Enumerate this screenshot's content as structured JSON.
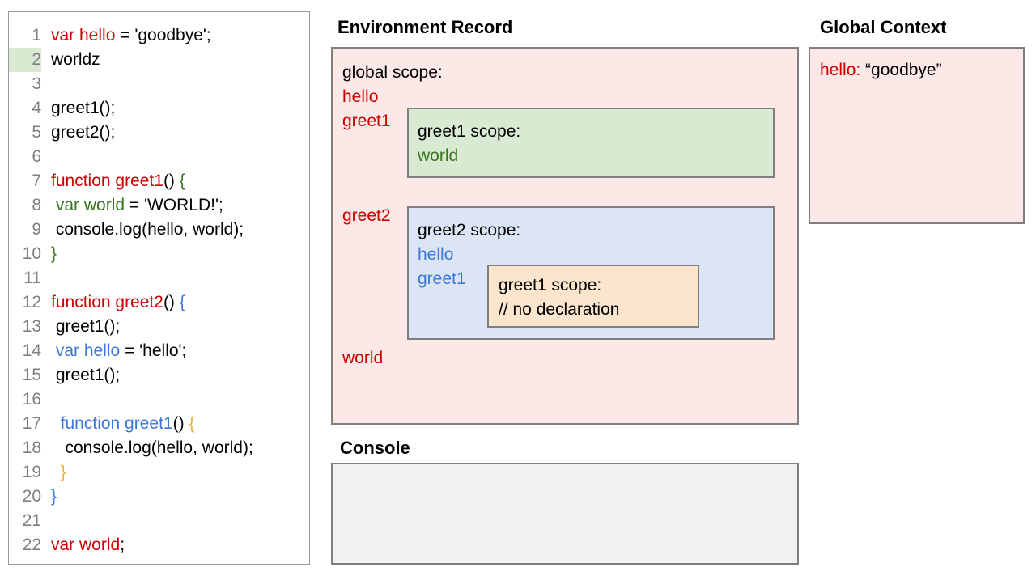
{
  "editor": {
    "highlighted_line": 2,
    "lines": [
      {
        "num": "1",
        "tokens": [
          {
            "t": "var hello",
            "c": "red"
          },
          {
            "t": " = 'goodbye';",
            "c": "black"
          }
        ]
      },
      {
        "num": "2",
        "tokens": [
          {
            "t": "worldz",
            "c": "black"
          }
        ]
      },
      {
        "num": "3",
        "tokens": [
          {
            "t": "",
            "c": "black"
          }
        ]
      },
      {
        "num": "4",
        "tokens": [
          {
            "t": "greet1();",
            "c": "black"
          }
        ]
      },
      {
        "num": "5",
        "tokens": [
          {
            "t": "greet2();",
            "c": "black"
          }
        ]
      },
      {
        "num": "6",
        "tokens": [
          {
            "t": "",
            "c": "black"
          }
        ]
      },
      {
        "num": "7",
        "tokens": [
          {
            "t": "function greet1",
            "c": "red"
          },
          {
            "t": "() ",
            "c": "black"
          },
          {
            "t": "{",
            "c": "green"
          }
        ]
      },
      {
        "num": "8",
        "tokens": [
          {
            "t": " ",
            "c": "black"
          },
          {
            "t": "var world",
            "c": "green"
          },
          {
            "t": " = 'WORLD!';",
            "c": "black"
          }
        ]
      },
      {
        "num": "9",
        "tokens": [
          {
            "t": " console.log(hello, world);",
            "c": "black"
          }
        ]
      },
      {
        "num": "10",
        "tokens": [
          {
            "t": "}",
            "c": "green"
          }
        ]
      },
      {
        "num": "11",
        "tokens": [
          {
            "t": "",
            "c": "black"
          }
        ]
      },
      {
        "num": "12",
        "tokens": [
          {
            "t": "function greet2",
            "c": "red"
          },
          {
            "t": "() ",
            "c": "black"
          },
          {
            "t": "{",
            "c": "blue"
          }
        ]
      },
      {
        "num": "13",
        "tokens": [
          {
            "t": " greet1();",
            "c": "black"
          }
        ]
      },
      {
        "num": "14",
        "tokens": [
          {
            "t": " ",
            "c": "black"
          },
          {
            "t": "var hello",
            "c": "blue"
          },
          {
            "t": " = 'hello';",
            "c": "black"
          }
        ]
      },
      {
        "num": "15",
        "tokens": [
          {
            "t": " greet1();",
            "c": "black"
          }
        ]
      },
      {
        "num": "16",
        "tokens": [
          {
            "t": "",
            "c": "black"
          }
        ]
      },
      {
        "num": "17",
        "tokens": [
          {
            "t": "  ",
            "c": "black"
          },
          {
            "t": "function greet1",
            "c": "blue"
          },
          {
            "t": "() ",
            "c": "black"
          },
          {
            "t": "{",
            "c": "orange"
          }
        ]
      },
      {
        "num": "18",
        "tokens": [
          {
            "t": "   console.log(hello, world);",
            "c": "black"
          }
        ]
      },
      {
        "num": "19",
        "tokens": [
          {
            "t": "  ",
            "c": "black"
          },
          {
            "t": "}",
            "c": "orange"
          }
        ]
      },
      {
        "num": "20",
        "tokens": [
          {
            "t": "}",
            "c": "blue"
          }
        ]
      },
      {
        "num": "21",
        "tokens": [
          {
            "t": "",
            "c": "black"
          }
        ]
      },
      {
        "num": "22",
        "tokens": [
          {
            "t": "var world",
            "c": "red"
          },
          {
            "t": ";",
            "c": "black"
          }
        ]
      }
    ]
  },
  "environment_record": {
    "title": "Environment Record",
    "global_scope_label": "global scope:",
    "global_vars": [
      "hello",
      "greet1",
      "greet2",
      "world"
    ],
    "greet1_scope": {
      "header": "greet1 scope:",
      "vars": [
        "world"
      ]
    },
    "greet2_scope": {
      "header": "greet2 scope:",
      "vars": [
        "hello",
        "greet1"
      ],
      "nested_greet1_scope": {
        "header": "greet1 scope:",
        "note": "// no declaration"
      }
    }
  },
  "global_context": {
    "title": "Global Context",
    "entries": [
      {
        "key": "hello:",
        "value": "“goodbye”"
      }
    ]
  },
  "console": {
    "title": "Console",
    "output": ""
  },
  "colors": {
    "red": "#cc0000",
    "green": "#38761d",
    "blue": "#3c78d8",
    "orange": "#e8b33e",
    "pink_panel": "#fce8e6",
    "green_panel": "#d9ead3",
    "blue_panel": "#dbe5f5",
    "yellow_panel": "#fce5cd",
    "console_panel": "#f1f1f1",
    "border": "#7f7f7f"
  }
}
